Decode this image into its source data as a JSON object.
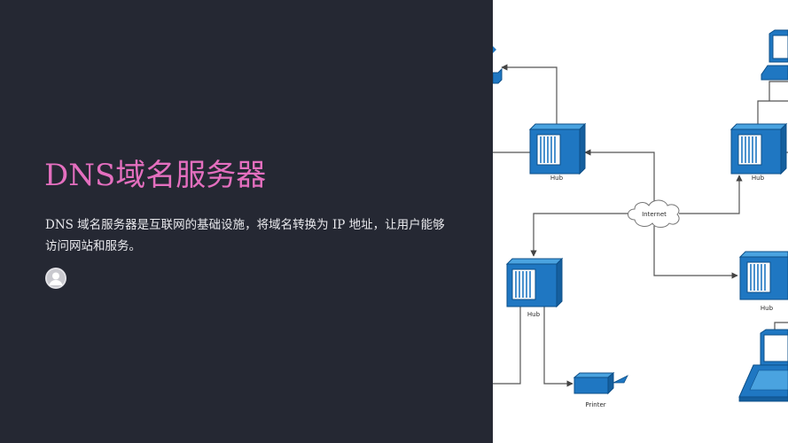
{
  "slide": {
    "title": "DNS域名服务器",
    "description": "DNS 域名服务器是互联网的基础设施，将域名转换为 IP 地址，让用户能够访问网站和服务。"
  },
  "author": {
    "avatar_icon": "user-avatar-icon"
  },
  "diagram": {
    "labels": {
      "hub_top_left": "Hub",
      "hub_top_right": "Hub",
      "hub_bottom_left": "Hub",
      "hub_bottom_right": "Hub",
      "internet": "Internet",
      "printer": "Printer"
    }
  },
  "colors": {
    "panel_background": "#252833",
    "title": "#e46fbf",
    "description": "#e8e8ec",
    "device_fill": "#1f77c2",
    "device_stroke": "#0d4f88"
  }
}
